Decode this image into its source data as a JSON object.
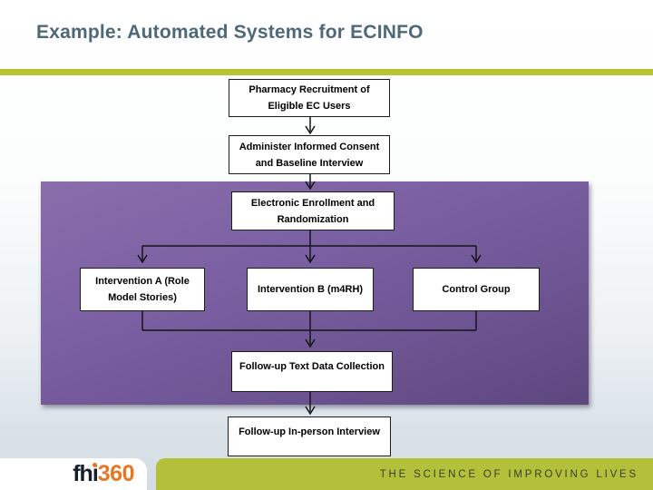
{
  "slide": {
    "title": "Example: Automated Systems for ECINFO"
  },
  "flowchart": {
    "nodes": {
      "pharmacy": {
        "lines": [
          "Pharmacy Recruitment of",
          "Eligible EC Users"
        ]
      },
      "consent": {
        "lines": [
          "Administer Informed Consent",
          "and Baseline Interview"
        ]
      },
      "enroll": {
        "lines": [
          "Electronic Enrollment and",
          "Randomization"
        ]
      },
      "int_a": {
        "lines": [
          "Intervention A (Role",
          "Model Stories)"
        ]
      },
      "int_b": {
        "lines": [
          "Intervention B (m4RH)"
        ]
      },
      "control": {
        "lines": [
          "Control Group"
        ]
      },
      "text_data": {
        "lines": [
          "Follow-up Text Data Collection"
        ]
      },
      "in_person": {
        "lines": [
          "Follow-up In-person Interview"
        ]
      }
    }
  },
  "footer": {
    "logo": {
      "fh": "fh",
      "i": "i",
      "num": "360"
    },
    "tagline": "THE SCIENCE OF IMPROVING LIVES"
  },
  "colors": {
    "title_text": "#4d6878",
    "accent_green": "#b9c433",
    "footer_green": "#b2c03a",
    "panel_purple": "#7b60a3",
    "logo_orange": "#e87722",
    "logo_dark": "#161d2c",
    "box_border": "#1c1c1c",
    "tagline_text": "#3a3e2b"
  }
}
